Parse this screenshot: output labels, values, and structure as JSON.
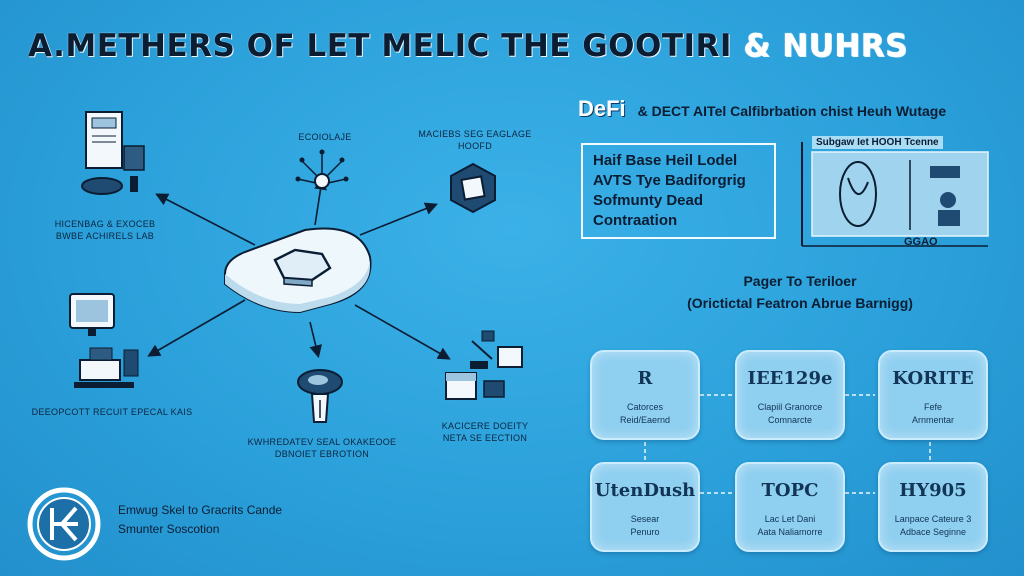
{
  "title": {
    "main": "A.METHERS OF LET MELIC THE GOOTIRI",
    "amp": "& NUHRS"
  },
  "left_diagram": {
    "top_center_label": "ECOIOLAJE",
    "top_right_label": [
      "MACIEBS SEG EAGLAGE",
      "HOOFD"
    ],
    "left_label": [
      "HICENBAG & EXOCEB",
      "BWBE ACHIRELS LAB"
    ],
    "bottom_left_label": "DEEOPCOTT RECUIT EPECAL KAIS",
    "bottom_center_label": [
      "KWHREDATEV SEAL OKAKEOOE",
      "DBNOIET EBROTION"
    ],
    "bottom_right_label": [
      "KACICERE DOEITY",
      "NETA SE EECTION"
    ]
  },
  "right_panel": {
    "heading_big": "DeFi",
    "heading_rest": "& DECT AITel Calfibrbation chist Heuh Wutage",
    "box_lines": [
      "Haif Base Heil Lodel",
      "AVTS Tye Badiforgrig",
      "Sofmunty Dead",
      "Contraation"
    ],
    "screen_title": "Subgaw Iet HOOH Tcenne",
    "screen_tag": "GGAO",
    "middle_title_1": "Pager To Teriloer",
    "middle_title_2": "(Orictictal Featron Abrue Barnigg)"
  },
  "cards": [
    {
      "title": "R",
      "sub": [
        "Catorces",
        "Reid/Eaernd"
      ]
    },
    {
      "title": "IEE129e",
      "sub": [
        "Clapiil Granorce",
        "Comnarcte"
      ]
    },
    {
      "title": "KORITE",
      "sub": [
        "Fefe",
        "Arnmentar"
      ]
    },
    {
      "title": "UtenDush",
      "sub": [
        "Sesear",
        "Penuro"
      ]
    },
    {
      "title": "TOPC",
      "sub": [
        "Lac Let Dani",
        "Aata Naliamorre"
      ]
    },
    {
      "title": "HY905",
      "sub": [
        "Lanpace Cateure 3",
        "Adbace Seginne"
      ]
    }
  ],
  "footer": {
    "line1": "Emwug Skel to Gracrits Cande",
    "line2": "Smunter Soscotion"
  },
  "colors": {
    "background": "#2aa3dd",
    "card": "#8fcff0",
    "text": "#0b1d33"
  }
}
